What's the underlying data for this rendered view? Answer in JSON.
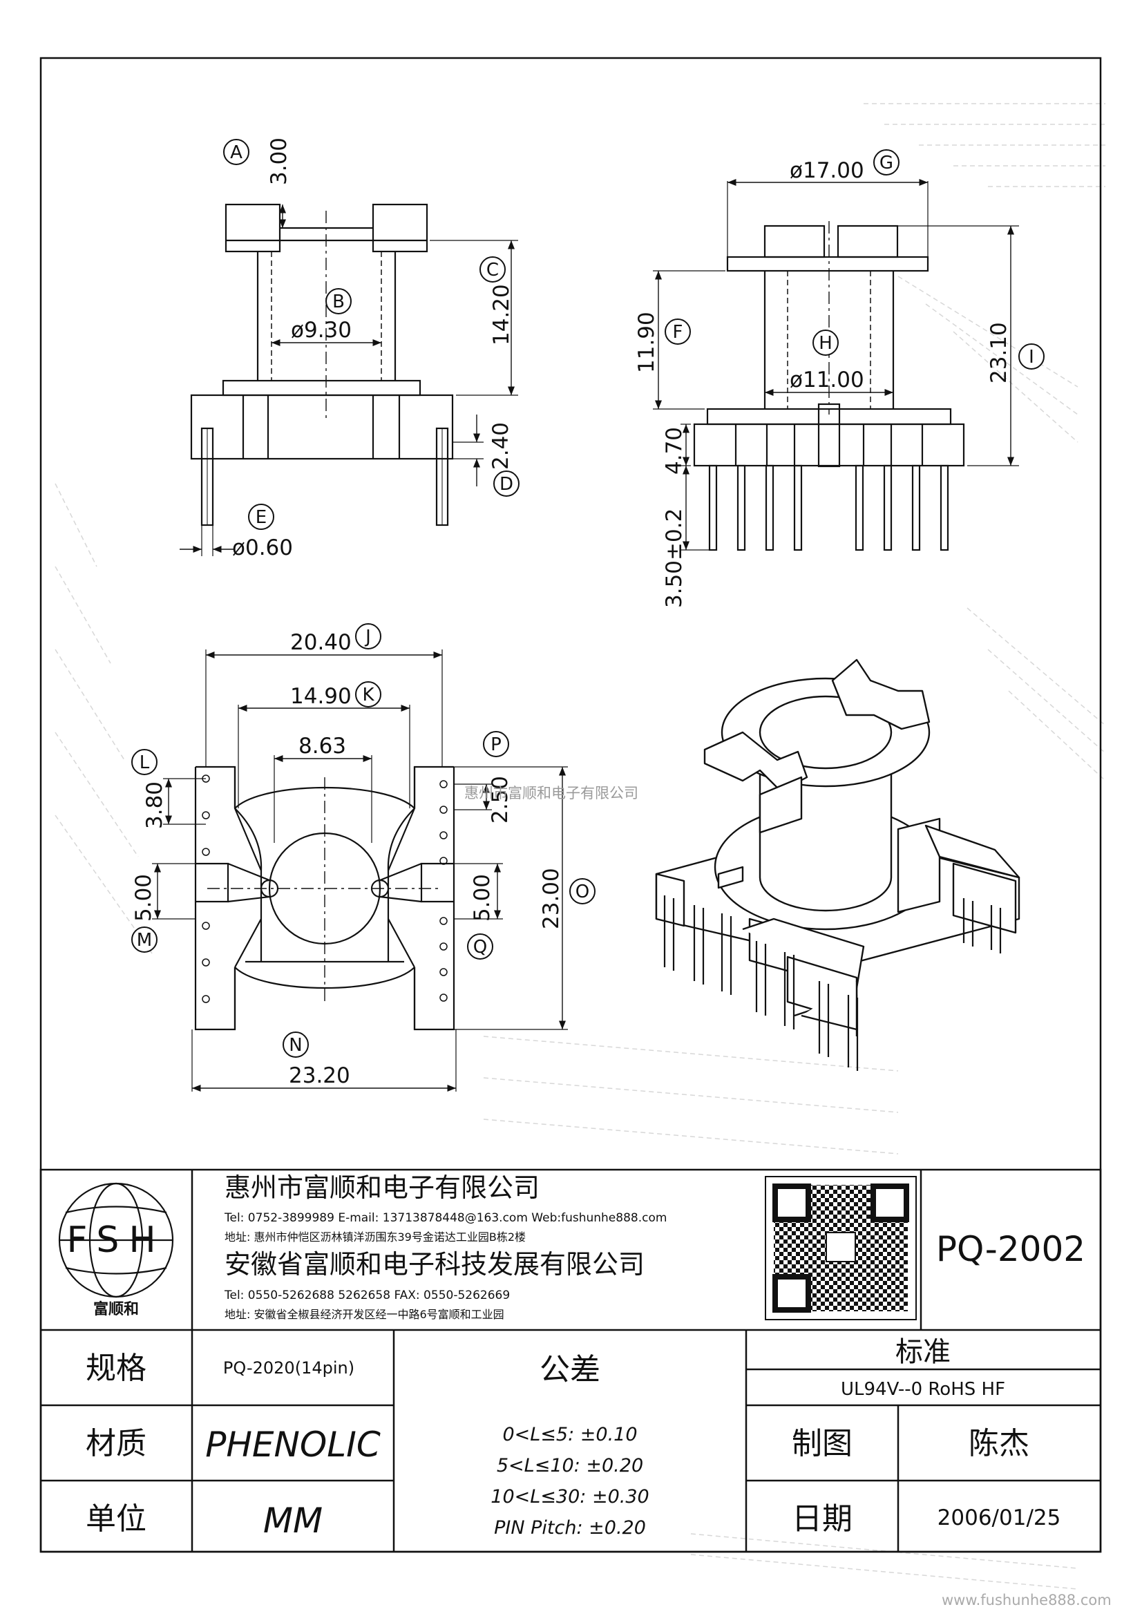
{
  "drawing": {
    "dimensions": {
      "side": {
        "A": "3.00",
        "B": "ø9.30",
        "C": "14.20",
        "D": "2.40",
        "E": "ø0.60"
      },
      "front": {
        "G": "ø17.00",
        "F": "11.90",
        "H": "ø11.00",
        "I": "23.10",
        "h1": "4.70",
        "h2": "3.50±0.2"
      },
      "bottom": {
        "J": "20.40",
        "K": "14.90",
        "k2": "8.63",
        "L": "3.80",
        "P": "2.50",
        "M": "5.00",
        "Q": "5.00",
        "O": "23.00",
        "N": "23.20"
      }
    },
    "labels": [
      "A",
      "B",
      "C",
      "D",
      "E",
      "F",
      "G",
      "H",
      "I",
      "J",
      "K",
      "L",
      "M",
      "N",
      "O",
      "P",
      "Q"
    ],
    "watermark_mid": "惠州市富顺和电子有限公司",
    "watermark_bottom": "www.fushunhe888.com"
  },
  "titleblock": {
    "logo": {
      "letters": "FSH",
      "caption": "富顺和"
    },
    "company1": {
      "name": "惠州市富顺和电子有限公司",
      "contact": "Tel: 0752-3899989  E-mail: 13713878448@163.com  Web:fushunhe888.com",
      "address": "地址: 惠州市仲恺区沥林镇洋沥围东39号金诺达工业园B栋2楼"
    },
    "company2": {
      "name": "安徽省富顺和电子科技发展有限公司",
      "contact": "Tel: 0550-5262688  5262658     FAX: 0550-5262669",
      "address": "地址: 安徽省全椒县经济开发区经一中路6号富顺和工业园"
    },
    "part_number": "PQ-2002",
    "spec_label": "规格",
    "spec_value": "PQ-2020(14pin)",
    "material_label": "材质",
    "material_value": "PHENOLIC",
    "unit_label": "单位",
    "unit_value": "MM",
    "tolerance_label": "公差",
    "tolerances": [
      "0<L≤5: ±0.10",
      "5<L≤10: ±0.20",
      "10<L≤30: ±0.30",
      "PIN Pitch: ±0.20"
    ],
    "standard_label": "标准",
    "standard_value": "UL94V--0  RoHS HF",
    "drawn_label": "制图",
    "drawn_value": "陈杰",
    "date_label": "日期",
    "date_value": "2006/01/25"
  }
}
